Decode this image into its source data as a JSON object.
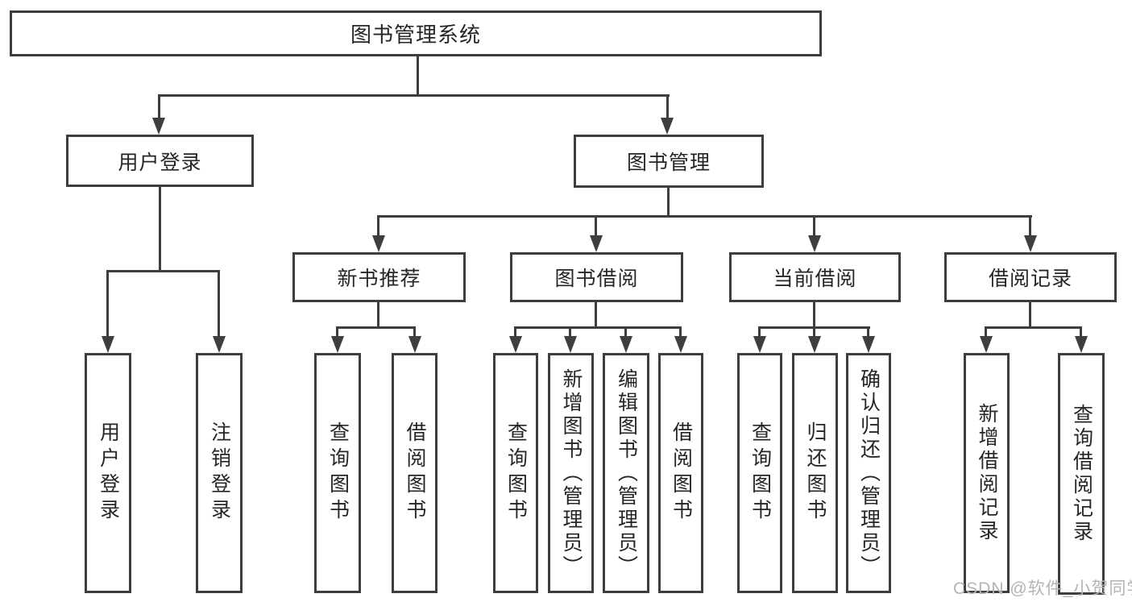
{
  "colors": {
    "line": "#3e3e3e",
    "text": "#262626",
    "background": "#ffffff",
    "watermark": "#b4b4b4"
  },
  "watermark": {
    "text": "CSDN @软件_小贺同学"
  },
  "diagram": {
    "root": {
      "label": "图书管理系统"
    },
    "level2": [
      {
        "label": "用户登录"
      },
      {
        "label": "图书管理"
      }
    ],
    "level3": [
      {
        "label": "新书推荐"
      },
      {
        "label": "图书借阅"
      },
      {
        "label": "当前借阅"
      },
      {
        "label": "借阅记录"
      }
    ],
    "leaves": {
      "user_login": [
        "用户登录",
        "注销登录"
      ],
      "new_book_recommend": [
        "查询图书",
        "借阅图书"
      ],
      "book_borrow": [
        "查询图书",
        "新增图书（管理员）",
        "编辑图书（管理员）",
        "借阅图书"
      ],
      "current_borrow": [
        "查询图书",
        "归还图书",
        "确认归还（管理员）"
      ],
      "borrow_records": [
        "新增借阅记录",
        "查询借阅记录"
      ]
    }
  }
}
